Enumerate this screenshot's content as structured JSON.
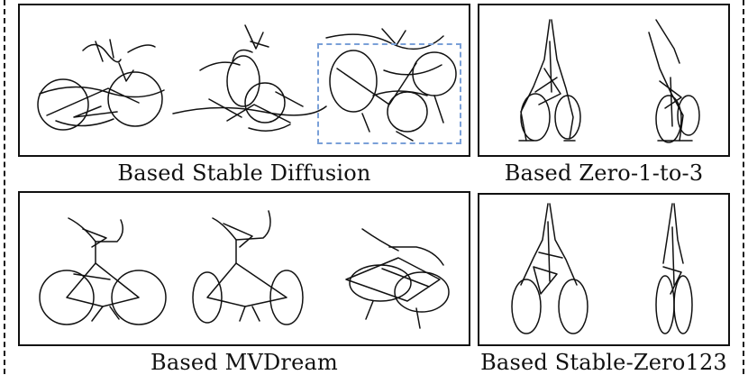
{
  "panels": {
    "sd": {
      "caption": "Based Stable Diffusion"
    },
    "zero": {
      "caption": "Based Zero-1-to-3"
    },
    "mv": {
      "caption": "Based MVDream"
    },
    "sz": {
      "caption": "Based Stable-Zero123"
    }
  },
  "colors": {
    "highlight": "#7aa0d8",
    "stroke": "#111111"
  }
}
